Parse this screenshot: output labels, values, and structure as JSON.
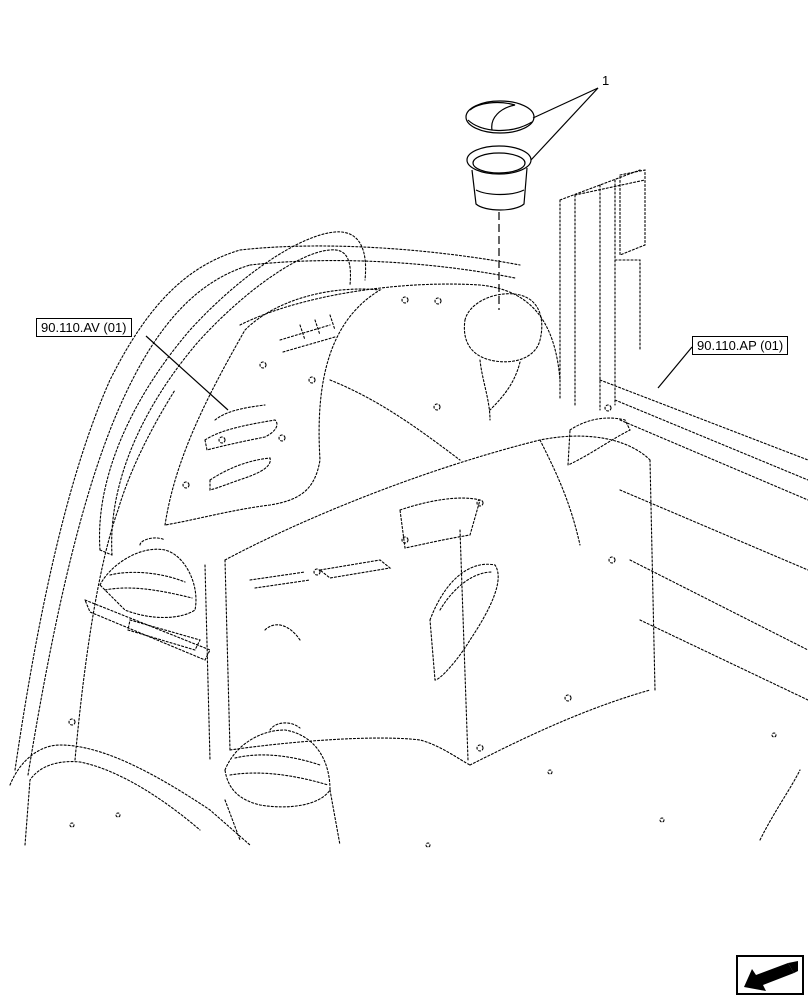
{
  "callout": {
    "part_number": "1"
  },
  "references": {
    "left": "90.110.AV (01)",
    "right": "90.110.AP (01)"
  },
  "icons": {
    "navigation": "back-arrow-icon"
  }
}
